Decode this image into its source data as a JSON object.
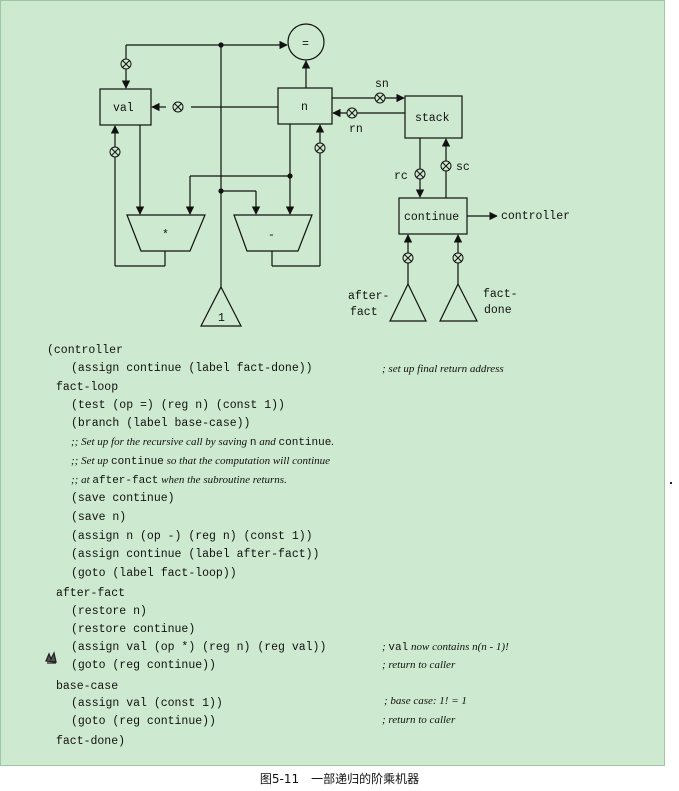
{
  "diagram": {
    "registers": {
      "val": "val",
      "n": "n",
      "stack": "stack",
      "continue": "continue"
    },
    "operations": {
      "equals": "=",
      "multiply": "*",
      "subtract": "-",
      "const_one": "1",
      "after_fact_line1": "after-",
      "after_fact_line2": "fact",
      "fact_done_line1": "fact-",
      "fact_done_line2": "done"
    },
    "labels": {
      "sn": "sn",
      "rn": "rn",
      "rc": "rc",
      "sc": "sc",
      "controller": "controller"
    }
  },
  "code": {
    "lines": [
      {
        "text": "(controller",
        "indent": 0
      },
      {
        "text": "(assign continue (label fact-done))",
        "indent": 2,
        "comment": "; set up final return address"
      },
      {
        "text": "fact-loop",
        "indent": 1
      },
      {
        "text": "(test (op =) (reg n) (const 1))",
        "indent": 2
      },
      {
        "text": "(branch (label base-case))",
        "indent": 2
      },
      {
        "text": "",
        "indent": 2,
        "comment_full": [
          ";; Set up for the recursive call by saving ",
          "n",
          " and ",
          "continue",
          "."
        ]
      },
      {
        "text": "",
        "indent": 2,
        "comment_full": [
          ";; Set up ",
          "continue",
          " so that the computation will continue"
        ]
      },
      {
        "text": "",
        "indent": 2,
        "comment_full": [
          ";; at ",
          "after-fact",
          " when the subroutine returns."
        ]
      },
      {
        "text": "(save continue)",
        "indent": 2
      },
      {
        "text": "(save n)",
        "indent": 2
      },
      {
        "text": "(assign n (op -) (reg n) (const 1))",
        "indent": 2
      },
      {
        "text": "(assign continue (label after-fact))",
        "indent": 2
      },
      {
        "text": "(goto (label fact-loop))",
        "indent": 2
      },
      {
        "text": "after-fact",
        "indent": 1
      },
      {
        "text": "(restore n)",
        "indent": 2
      },
      {
        "text": "(restore continue)",
        "indent": 2
      },
      {
        "text": "(assign val (op *) (reg n) (reg val))",
        "indent": 2,
        "comment_full": [
          "; ",
          "val",
          " now contains n(n - 1)!"
        ]
      },
      {
        "text": "(goto (reg continue))",
        "indent": 2,
        "comment": "; return to caller"
      },
      {
        "text": "base-case",
        "indent": 1
      },
      {
        "text": "(assign val (const 1))",
        "indent": 2,
        "comment": "; base case: 1! = 1"
      },
      {
        "text": "(goto (reg continue))",
        "indent": 2,
        "comment": "; return to caller"
      },
      {
        "text": "fact-done)",
        "indent": 1
      }
    ]
  },
  "caption": "图5-11　一部递归的阶乘机器"
}
